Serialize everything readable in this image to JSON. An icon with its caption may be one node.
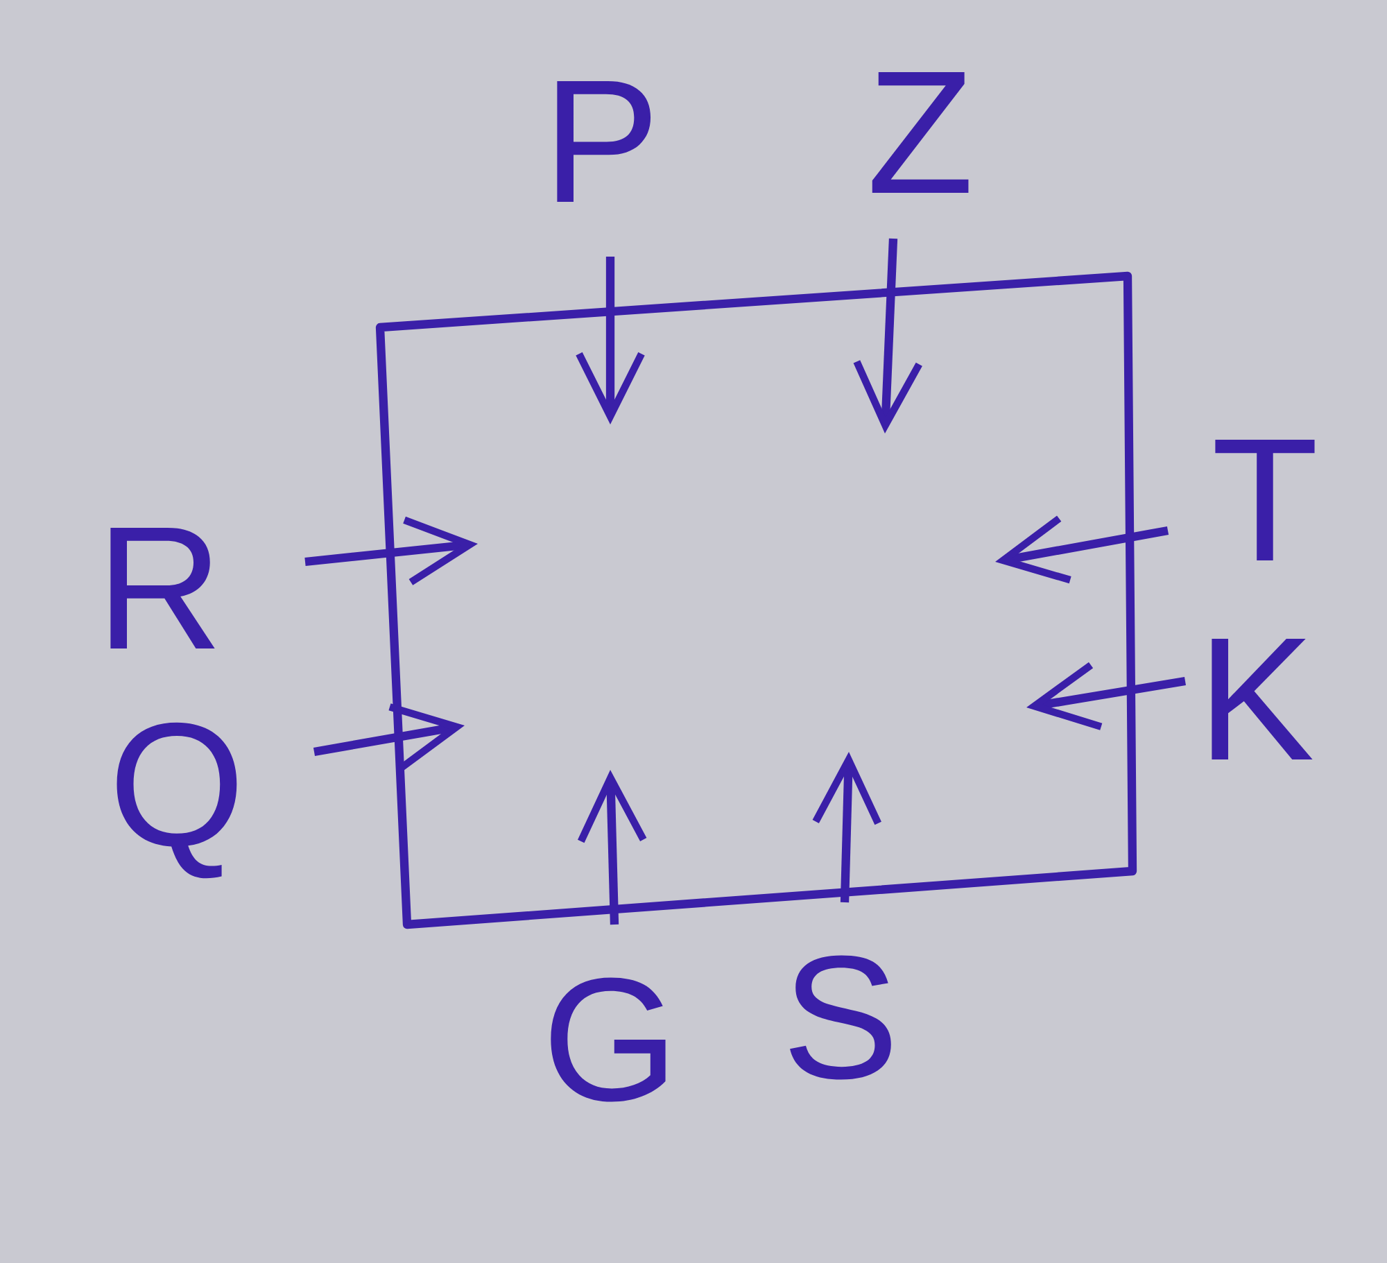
{
  "diagram": {
    "labels": [
      "P",
      "Z",
      "T",
      "R",
      "K",
      "Q",
      "G",
      "S"
    ]
  }
}
